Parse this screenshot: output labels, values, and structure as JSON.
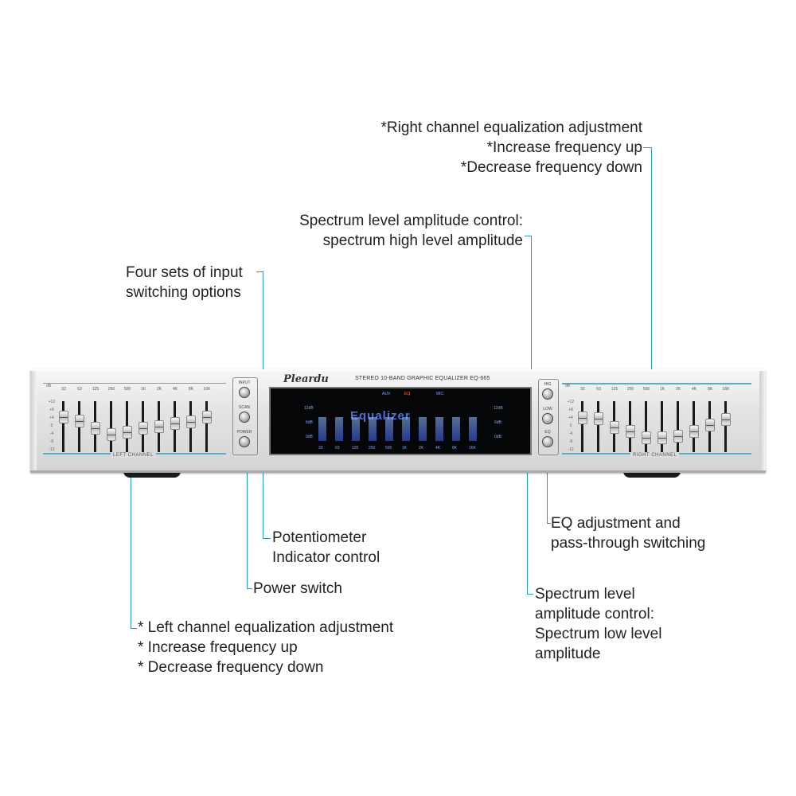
{
  "annotations": {
    "right_channel": [
      "*Right channel equalization adjustment",
      "*Increase frequency up",
      "*Decrease frequency down"
    ],
    "spectrum_high": {
      "title": "Spectrum level amplitude control:",
      "body": "spectrum high level amplitude"
    },
    "input_switch": [
      "Four sets of input",
      "switching options"
    ],
    "potentiometer": [
      "Potentiometer",
      "Indicator control"
    ],
    "power_switch": "Power switch",
    "left_channel": [
      "* Left channel equalization adjustment",
      "* Increase frequency up",
      "* Decrease frequency down"
    ],
    "eq_adjust": [
      "EQ adjustment and",
      "pass-through switching"
    ],
    "spectrum_low": {
      "title_1": "Spectrum level",
      "title_2": "amplitude control:",
      "body_1": "Spectrum low level",
      "body_2": "amplitude"
    }
  },
  "device": {
    "brand": "Pleardu",
    "model": "STEREO 10-BAND GRAPHIC EQUALIZER EQ-665",
    "frequencies": [
      "32",
      "63",
      "125",
      "250",
      "500",
      "1K",
      "2K",
      "4K",
      "8K",
      "16K"
    ],
    "db_label": "dB",
    "db_scale": [
      "+12",
      "+8",
      "+4",
      "0",
      "-4",
      "-8",
      "-12"
    ],
    "left_channel_label": "LEFT CHANNEL",
    "right_channel_label": "RIGHT CHANNEL",
    "left_buttons": [
      "INPUT",
      "SCAN",
      "POWER"
    ],
    "right_buttons": [
      "HIG",
      "LOW",
      "EQ"
    ],
    "display": {
      "input_indicators": [
        "AUX",
        "EQ",
        "MIC"
      ],
      "scale_left": [
        "12dB",
        "6dB",
        "0dB"
      ],
      "scale_right": [
        "12dB",
        "6dB",
        "0dB"
      ],
      "center_text": "Equalizer"
    },
    "left_slider_levels": [
      0.25,
      0.35,
      0.55,
      0.7,
      0.65,
      0.55,
      0.5,
      0.42,
      0.38,
      0.25
    ],
    "right_slider_levels": [
      0.28,
      0.3,
      0.52,
      0.62,
      0.8,
      0.8,
      0.75,
      0.62,
      0.45,
      0.32
    ]
  },
  "colors": {
    "leader": "#2a9bb6",
    "vfd": "#3a64ff"
  }
}
